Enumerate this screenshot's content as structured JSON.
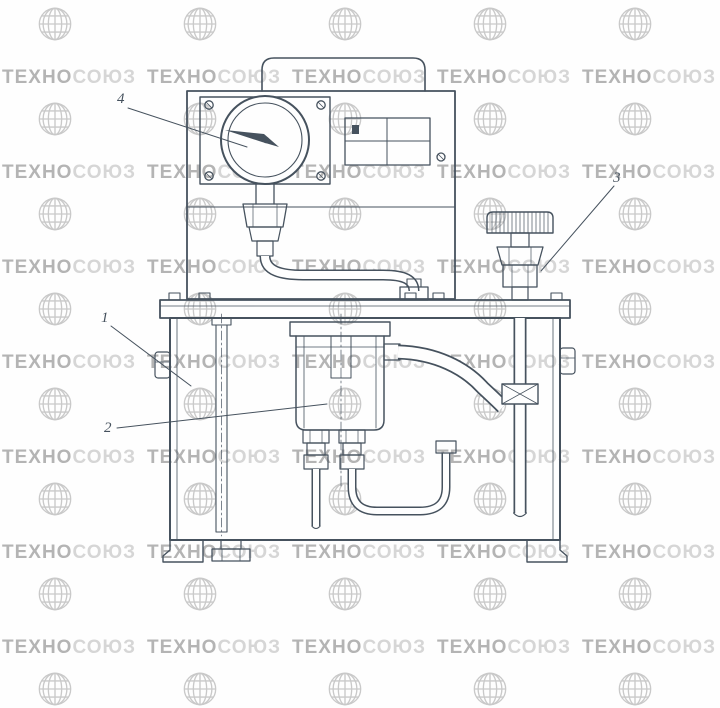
{
  "callouts": [
    {
      "number": "1"
    },
    {
      "number": "2"
    },
    {
      "number": "3"
    },
    {
      "number": "4"
    }
  ],
  "watermark": {
    "text": "ТЕХНОСОЮЗ",
    "part1": "ТЕХНО",
    "part2": "СОЮЗ"
  },
  "colors": {
    "line": "#46525e",
    "background": "#fefefe",
    "watermark_dark": "#b4b4b4",
    "watermark_light": "#d6d6d6",
    "watermark_globe": "#c9c9c9"
  }
}
